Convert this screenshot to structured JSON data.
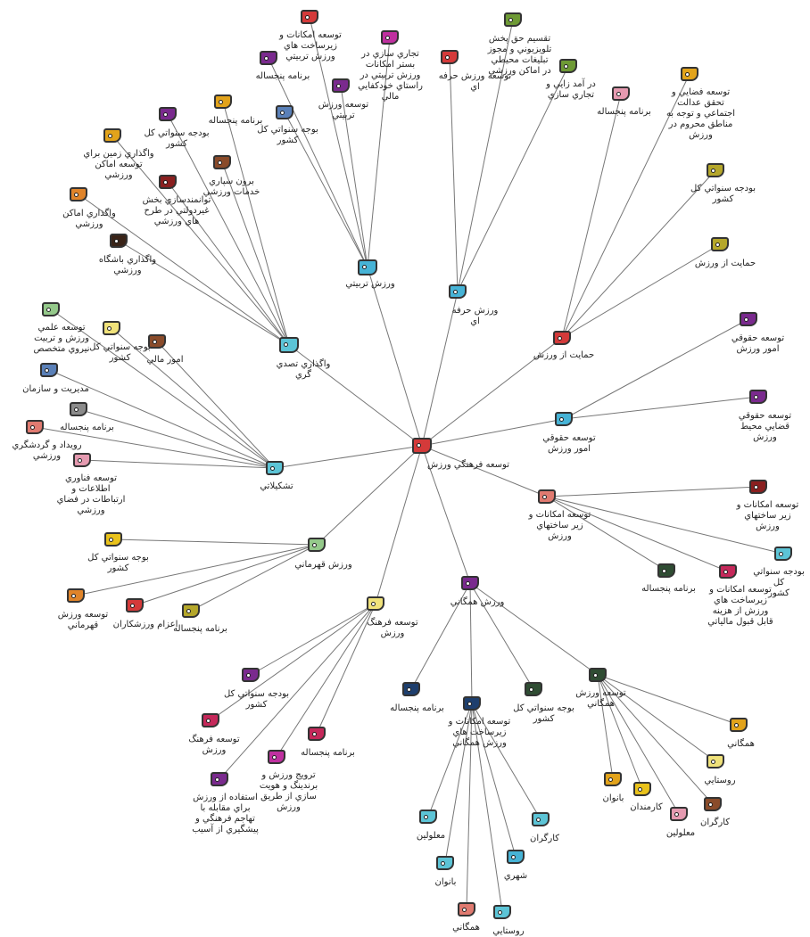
{
  "root": "توسعه فرهنگي ورزش",
  "colors": {
    "edge": "#777777",
    "gold": "#e2a31b",
    "yellow": "#e9c21b",
    "olive": "#b5a72a",
    "green": "#6e9a35",
    "darkgreen": "#2f4d33",
    "teal": "#5cc4d6",
    "cyan": "#46b3d6",
    "blue": "#5a80b8",
    "navy": "#1e3f6e",
    "purple": "#7a2a8e",
    "magenta": "#c030a0",
    "crimson": "#c5285a",
    "red": "#d43a3a",
    "darkred": "#8a1f1f",
    "brown": "#8a4b2a",
    "darkbrown": "#3a2418",
    "orange": "#e0842a",
    "pink": "#e59ab0",
    "salmon": "#e07a70",
    "grey": "#8b8b8b",
    "lightgreen": "#94c98a",
    "paleyellow": "#f0e27a"
  },
  "branches": {
    "tarbiyati": {
      "label": "ورزش تربيتي",
      "children": [
        "توسعه امكانات و\nزيرساخت هاي\nورزش تربيتي",
        "برنامه پنجساله",
        "تجاري سازي در\nبستر امكانات\nورزش تربيتي در\nراستاي خودكفايي\nمالي",
        "توسعه ورزش\nتربيتي",
        "بوجه سنواتي كل\nكشور"
      ]
    },
    "herfei": {
      "label": "ورزش حرفه اي",
      "children": [
        "توسعه ورزش حرفه\nاي",
        "تقسيم حق پخش\nتلويزيوني و مجوز\nتبليغات محيطي\nدر اماكن ورزشي",
        "در آمد زايي و\nتجاري سازي"
      ]
    },
    "hemayat": {
      "label": "حمايت از ورزش",
      "children": [
        "برنامه پنجساله",
        "توسعه فضايي و\nتحقق عدالت\nاجتماعي و توجه به\nمناطق محروم در\nورزش",
        "بودجه سنواتي كل\nكشور",
        "حمايت از ورزش"
      ]
    },
    "hoghoghi": {
      "label": "توسعه حقوقي\nامور ورزش",
      "children": [
        "توسعه حقوقي\nامور ورزش",
        "توسعه حقوقي\nقضايي محيط\nورزش"
      ]
    },
    "emkanat": {
      "label": "توسعه امكانات و\nزير ساختهاي\nورزش",
      "children": [
        "توسعه امكانات و\nزير ساختهاي\nورزش",
        "بودجه سنواتي كل\nكشور",
        "توسعه امكانات و\nزيرساخت هاي\nورزش از هزينه\nقابل قبول مالياتي",
        "برنامه پنجساله"
      ]
    },
    "hamegani": {
      "label": "ورزش همگاني",
      "children": [
        "برنامه پنجساله",
        "توسعه امكانات و\nزيرساخت هاي\nورزش همگاني",
        "بوجه سنواتي كل\nكشور",
        "توسعه ورزش\nهمگاني"
      ],
      "infra_children": [
        "معلولين",
        "بانوان",
        "همگاني",
        "روستايي",
        "شهري",
        "كارگران"
      ],
      "dev_children": [
        "همگاني",
        "روستايي",
        "بانوان",
        "كارمندان",
        "معلولين",
        "كارگران"
      ]
    },
    "farhang": {
      "label": "توسعه فرهنگ\nورزش",
      "children": [
        "بودجه سنواتي كل\nكشور",
        "توسعه فرهنگ\nورزش",
        "برنامه پنجساله",
        "ترويج ورزش و\nبرندينگ و هويت\nسازي از طريق\nورزش",
        "استفاده از ورزش\nبراي مقابله با\nتهاجم فرهنگي و\nپيشگيري از آسيب"
      ]
    },
    "ghahremani": {
      "label": "ورزش قهرماني",
      "children": [
        "بوجه سنواتي كل\nكشور",
        "توسعه ورزش\nقهرماني",
        "اعزام ورزشكاران",
        "برنامه پنجساله"
      ]
    },
    "tashkilati": {
      "label": "تشكيلاتي",
      "children": [
        "توسعه علمي\nورزش و تربيت\nنيروي متخصص",
        "بوجه سنواتي كل\nكشور",
        "امور مالي",
        "مديريت و سازمان",
        "برنامه پنجساله",
        "رويداد و گردشگري\nورزشي",
        "توسعه فناوري\nاطلاعات و\nارتباطات در فضاي\nورزشي"
      ]
    },
    "vagozari": {
      "label": "واگذاري تصدي\nگري",
      "children": [
        "برنامه پنجساله",
        "بودجه سنواتي كل\nكشور",
        "واگذاري زمين براي\nتوسعه اماكن\nورزشي",
        "برون سپاري\nخدمات ورزشي",
        "توانمندسازي بخش\nغيردولتي در طرح\nهاي ورزشي",
        "واگذاري اماكن\nورزشي",
        "واگذاري باشگاه\nورزشي"
      ]
    }
  }
}
